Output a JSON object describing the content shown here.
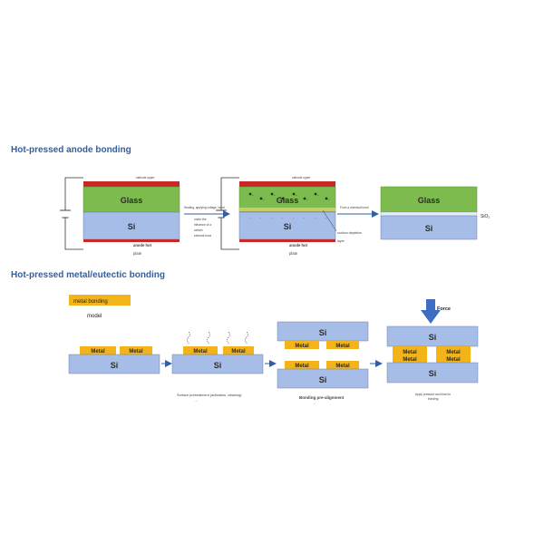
{
  "colors": {
    "title": "#2f5fa7",
    "glass": "#7dbb4f",
    "si": "#a6bde7",
    "si_stroke": "#6b80b0",
    "electrode": "#c62828",
    "metal": "#f3b419",
    "arrow": "#2f5fa7",
    "force_arrow": "#3e6dc4",
    "wire": "#333333"
  },
  "section_anode": {
    "title": "Hot-pressed anode bonding",
    "step1": {
      "glass_label": "Glass",
      "si_label": "Si",
      "top_note": "cathode upper",
      "bottom_note_1": "anode hot",
      "bottom_note_2": "plate"
    },
    "arrow1": {
      "label_top": "Heating, applying voltage, bond",
      "label_lines": [
        "under the",
        "influence of a",
        "certain",
        "external force"
      ]
    },
    "step2": {
      "glass_label": "Glass",
      "si_label": "Si",
      "top_note": "cathode upper",
      "bottom_note_1": "anode hot",
      "bottom_note_2": "plate",
      "side_note_1": "sodium depletion",
      "side_note_2": "layer",
      "ion_plus": "+",
      "ion_minus": "-"
    },
    "arrow2": {
      "label_top": "Form a chemical bond"
    },
    "step3": {
      "glass_label": "Glass",
      "si_label": "Si",
      "interface_label": "SiO₂"
    }
  },
  "section_metal": {
    "title": "Hot-pressed metal/eutectic bonding",
    "legend": {
      "swatch_label": "metal bonding",
      "model_label": "model"
    },
    "step1": {
      "metal_left": "Metal",
      "metal_right": "Metal",
      "si_label": "Si"
    },
    "step2": {
      "metal_left": "Metal",
      "metal_right": "Metal",
      "si_label": "Si",
      "caption_line1": "Surface pretreatment (activation, cleaning)",
      "caption_line2": "..."
    },
    "step3": {
      "top_si_label": "Si",
      "bottom_si_label": "Si",
      "metal_top_left": "Metal",
      "metal_top_right": "Metal",
      "metal_bottom_left": "Metal",
      "metal_bottom_right": "Metal",
      "caption_line1": "Bonding pre-alignment",
      "caption_line2": "..."
    },
    "step4": {
      "force_label": "Force",
      "top_si_label": "Si",
      "bottom_si_label": "Si",
      "metal_left_top": "Metal",
      "metal_left_bottom": "Metal",
      "metal_right_top": "Metal",
      "metal_right_bottom": "Metal",
      "caption_line1": "Apply pressure and heat for",
      "caption_line2": "bonding"
    }
  }
}
